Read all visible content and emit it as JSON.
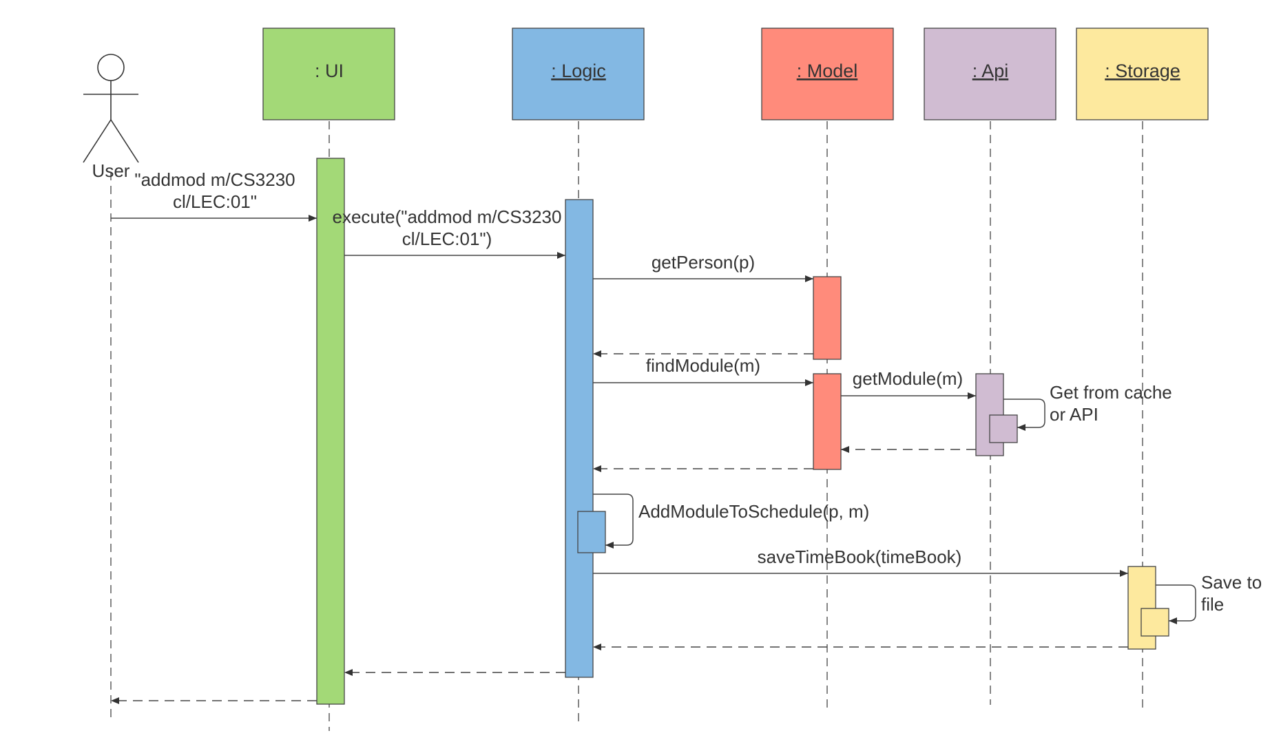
{
  "colors": {
    "ui": "#a3d977",
    "logic": "#83b8e3",
    "model": "#ff8b7b",
    "api": "#d0bcd2",
    "storage": "#fde99e",
    "line": "#444444",
    "text": "#333333"
  },
  "actor": {
    "label": "User"
  },
  "participants": [
    {
      "id": "ui",
      "label": ": UI",
      "underlined": false
    },
    {
      "id": "logic",
      "label": ": Logic",
      "underlined": true
    },
    {
      "id": "model",
      "label": ": Model",
      "underlined": true
    },
    {
      "id": "api",
      "label": ": Api",
      "underlined": true
    },
    {
      "id": "storage",
      "label": ": Storage",
      "underlined": true
    }
  ],
  "messages": [
    {
      "from": "user",
      "to": "ui",
      "kind": "call",
      "label": [
        "\"addmod m/CS3230",
        "cl/LEC:01\""
      ]
    },
    {
      "from": "ui",
      "to": "logic",
      "kind": "call",
      "label": [
        "execute(\"addmod m/CS3230",
        "cl/LEC:01\")"
      ]
    },
    {
      "from": "logic",
      "to": "model",
      "kind": "call",
      "label": [
        "getPerson(p)"
      ]
    },
    {
      "from": "model",
      "to": "logic",
      "kind": "return",
      "label": []
    },
    {
      "from": "logic",
      "to": "model",
      "kind": "call",
      "label": [
        "findModule(m)"
      ]
    },
    {
      "from": "model",
      "to": "api",
      "kind": "call",
      "label": [
        "getModule(m)"
      ]
    },
    {
      "from": "api",
      "to": "api",
      "kind": "self",
      "label": [
        "Get from cache",
        "or API"
      ]
    },
    {
      "from": "api",
      "to": "model",
      "kind": "return",
      "label": []
    },
    {
      "from": "model",
      "to": "logic",
      "kind": "return",
      "label": []
    },
    {
      "from": "logic",
      "to": "logic",
      "kind": "self",
      "label": [
        "AddModuleToSchedule(p, m)"
      ]
    },
    {
      "from": "logic",
      "to": "storage",
      "kind": "call",
      "label": [
        "saveTimeBook(timeBook)"
      ]
    },
    {
      "from": "storage",
      "to": "storage",
      "kind": "self",
      "label": [
        "Save to",
        "file"
      ]
    },
    {
      "from": "storage",
      "to": "logic",
      "kind": "return",
      "label": []
    },
    {
      "from": "logic",
      "to": "ui",
      "kind": "return",
      "label": []
    },
    {
      "from": "ui",
      "to": "user",
      "kind": "return",
      "label": []
    }
  ]
}
